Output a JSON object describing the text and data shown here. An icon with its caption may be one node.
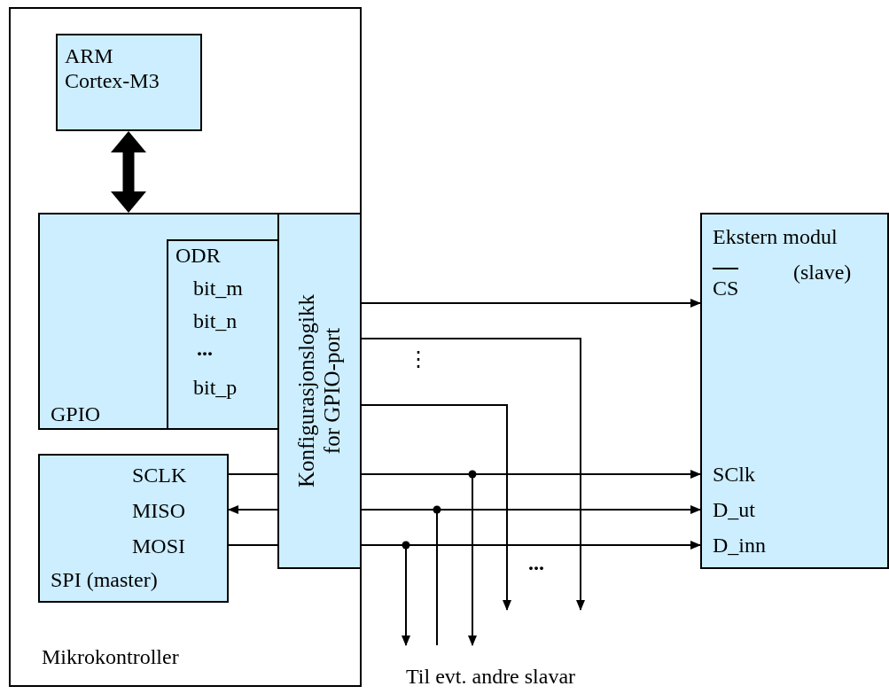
{
  "diagram": {
    "nodes": [
      {
        "text": [
          "Mikrokontroller"
        ]
      },
      {
        "text": [
          "ARM Cortex-M3"
        ],
        "in": 0
      },
      {
        "text": [
          "GPIO"
        ],
        "in": 0
      },
      {
        "text": [
          "ODR",
          "bit_m",
          "bit_n",
          "...",
          "bit_p"
        ],
        "in": 2
      },
      {
        "text": [
          "Konfigurasjonslogikk for GPIO-port"
        ],
        "in": 0
      },
      {
        "text": [
          "SCLK",
          "MISO",
          "MOSI",
          "SPI (master)"
        ],
        "in": 0
      },
      {
        "text": [
          "Ekstern modul",
          "(slave)",
          "CS",
          "SClk",
          "D_ut",
          "D_inn"
        ]
      }
    ],
    "edges": [
      {
        "from": 1,
        "to": 2,
        "arrow": "both",
        "style": "thick"
      },
      {
        "from": 4,
        "to": 6,
        "arrow": "to"
      },
      {
        "from": 4,
        "to": null,
        "arrow": "to"
      },
      {
        "from": 4,
        "to": null,
        "arrow": "to"
      },
      {
        "from": 4,
        "to": 6,
        "arrow": "to"
      },
      {
        "from": 4,
        "to": null,
        "arrow": "to"
      },
      {
        "from": 4,
        "to": 6,
        "arrow": "to"
      },
      {
        "from": null,
        "to": 4,
        "arrow": "none"
      },
      {
        "from": 4,
        "to": 6,
        "arrow": "to"
      },
      {
        "from": 4,
        "to": null,
        "arrow": "to"
      },
      {
        "from": 5,
        "to": 4,
        "arrow": "none"
      },
      {
        "from": 4,
        "to": 5,
        "arrow": "to"
      },
      {
        "from": 5,
        "to": 4,
        "arrow": "none"
      }
    ],
    "labels": [
      "⋮",
      "...",
      "Til evt. andre slavar"
    ]
  }
}
